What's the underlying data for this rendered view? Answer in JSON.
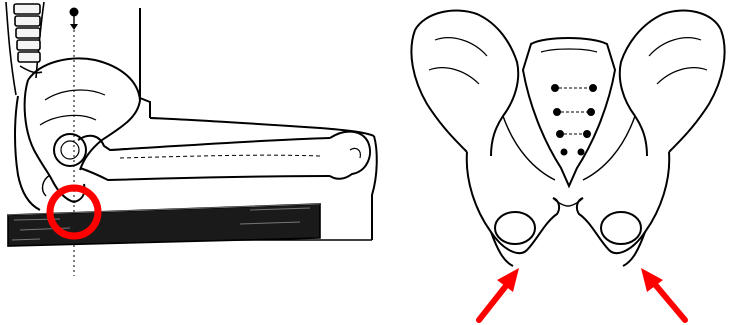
{
  "figure": {
    "left_illustration": "seated-sagittal-pelvis-spine",
    "right_illustration": "anterior-pelvis",
    "annotations": {
      "ischial_marker": {
        "shape": "circle",
        "color": "#ff0000"
      },
      "tuberosity_arrows": {
        "count": 2,
        "color": "#ff0000"
      }
    },
    "colors": {
      "line": "#000000",
      "highlight": "#ff0000",
      "cushion": "#1a1a1a",
      "background": "#ffffff"
    }
  }
}
